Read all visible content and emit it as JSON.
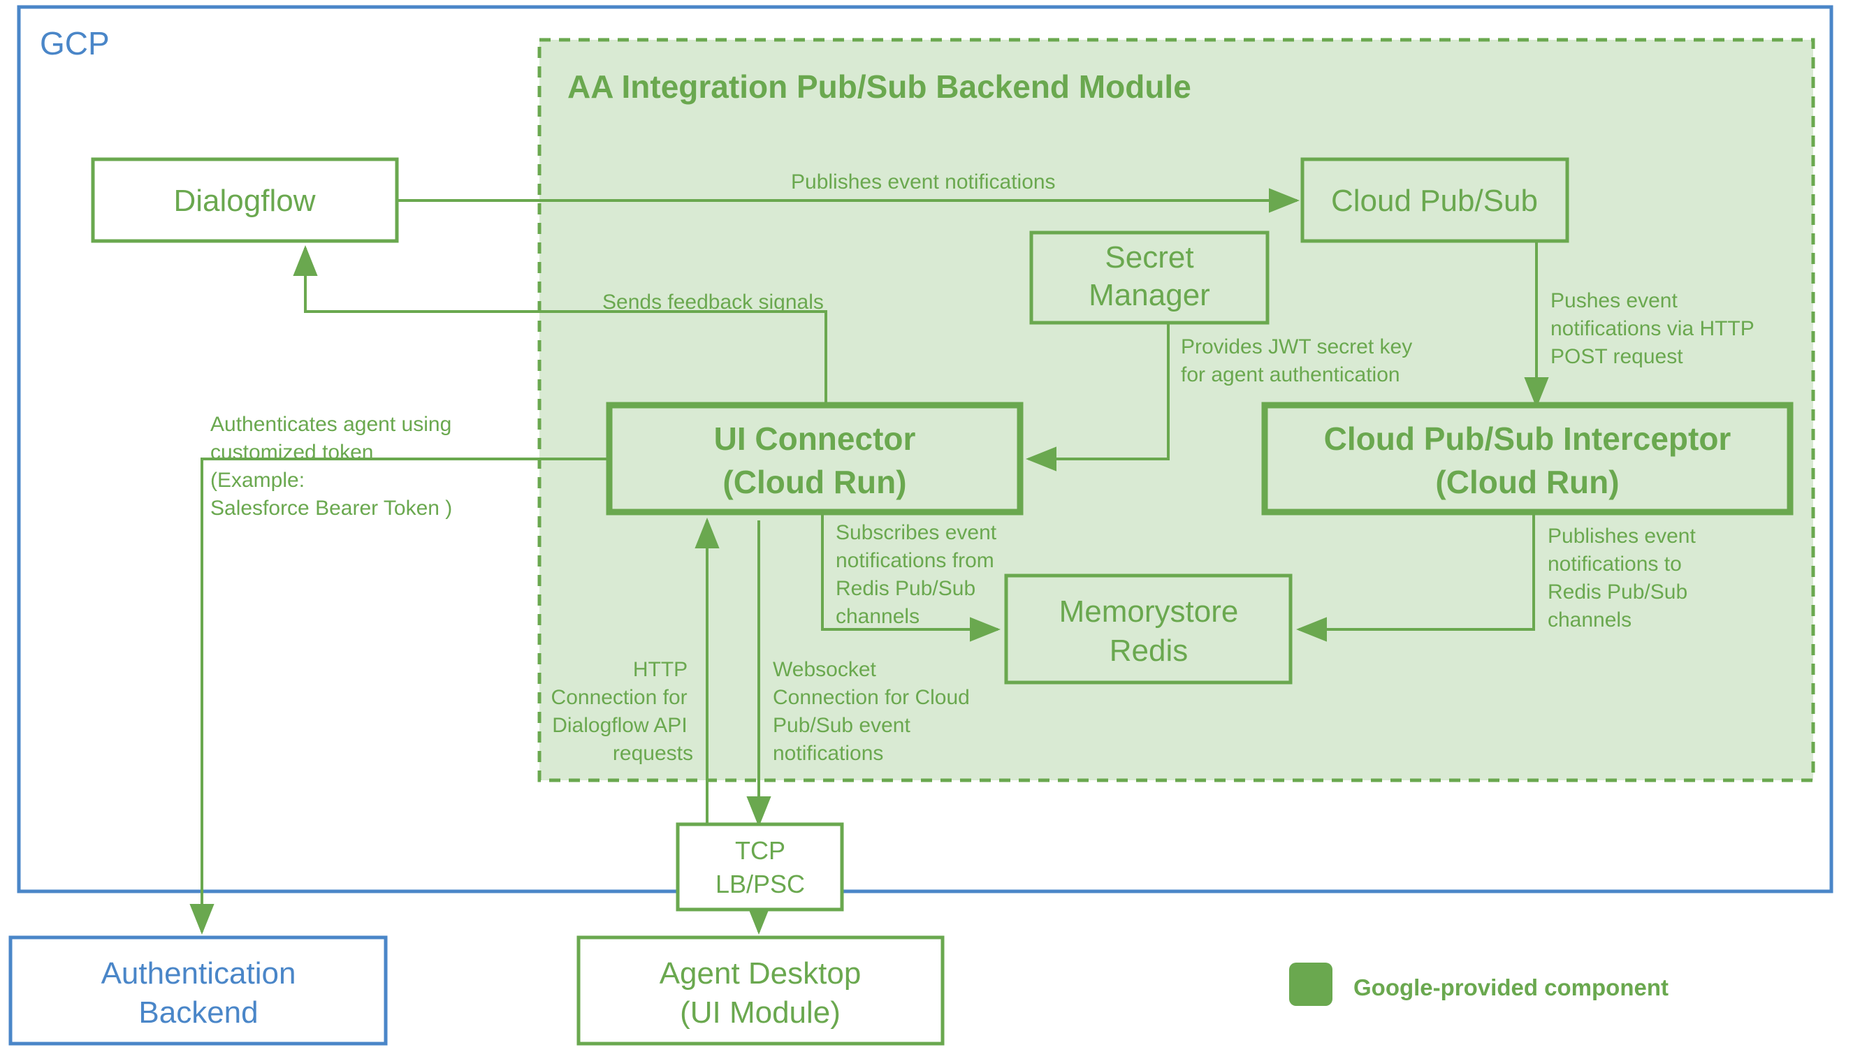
{
  "cloud": {
    "label": "GCP",
    "border_color": "#4a86c8"
  },
  "module": {
    "title": "AA Integration Pub/Sub Backend Module",
    "fill_color": "#d9ead3",
    "border_color": "#6aa84f",
    "border_style": "dashed"
  },
  "palette": {
    "green": "#6aa84f",
    "blue": "#4a86c8",
    "module_fill": "#d9ead3",
    "white": "#ffffff"
  },
  "nodes": [
    {
      "id": "dialogflow",
      "label": "Dialogflow",
      "label2": "",
      "style": "white-green"
    },
    {
      "id": "cloud-pubsub",
      "label": "Cloud Pub/Sub",
      "label2": "",
      "style": "module-green"
    },
    {
      "id": "secret-manager",
      "label": "Secret",
      "label2": "Manager",
      "style": "module-green"
    },
    {
      "id": "ui-connector",
      "label": "UI Connector",
      "label2": "(Cloud Run)",
      "style": "module-green-bold"
    },
    {
      "id": "interceptor",
      "label": "Cloud Pub/Sub Interceptor",
      "label2": "(Cloud Run)",
      "style": "module-green-bold"
    },
    {
      "id": "memorystore",
      "label": "Memorystore",
      "label2": "Redis",
      "style": "module-green"
    },
    {
      "id": "tcp-lb",
      "label": "TCP",
      "label2": "LB/PSC",
      "style": "white-green"
    },
    {
      "id": "auth-backend",
      "label": "Authentication",
      "label2": "Backend",
      "style": "white-blue"
    },
    {
      "id": "agent-desktop",
      "label": "Agent Desktop",
      "label2": "(UI Module)",
      "style": "white-green"
    }
  ],
  "edges": [
    {
      "id": "e-publishes-event",
      "label": "Publishes event notifications",
      "from": "dialogflow",
      "to": "cloud-pubsub"
    },
    {
      "id": "e-feedback",
      "label": "Sends feedback signals",
      "from": "ui-connector",
      "to": "dialogflow"
    },
    {
      "id": "e-jwt",
      "label_lines": [
        "Provides JWT secret key",
        "for agent authentication"
      ],
      "from": "secret-manager",
      "to": "ui-connector"
    },
    {
      "id": "e-push-http",
      "label_lines": [
        "Pushes event",
        "notifications via HTTP",
        "POST request"
      ],
      "from": "cloud-pubsub",
      "to": "interceptor"
    },
    {
      "id": "e-publish-redis",
      "label_lines": [
        "Publishes event",
        "notifications to",
        "Redis Pub/Sub",
        "channels"
      ],
      "from": "interceptor",
      "to": "memorystore"
    },
    {
      "id": "e-subscribe-redis",
      "label_lines": [
        "Subscribes event",
        "notifications from",
        "Redis Pub/Sub",
        "channels"
      ],
      "from": "ui-connector",
      "to": "memorystore"
    },
    {
      "id": "e-http-dialogflow",
      "label_lines": [
        "HTTP",
        "Connection for",
        "Dialogflow API",
        "requests"
      ],
      "from": "tcp-lb",
      "to": "ui-connector"
    },
    {
      "id": "e-websocket",
      "label_lines": [
        "Websocket",
        "Connection for Cloud",
        "Pub/Sub event",
        "notifications"
      ],
      "from": "ui-connector",
      "to": "tcp-lb"
    },
    {
      "id": "e-auth-token",
      "label_lines": [
        "Authenticates agent using",
        "customized token",
        "(Example:",
        "Salesforce Bearer Token )"
      ],
      "from": "ui-connector",
      "to": "auth-backend"
    },
    {
      "id": "e-tcp-agent",
      "label": "",
      "from": "tcp-lb",
      "to": "agent-desktop"
    }
  ],
  "legend": {
    "swatch_color": "#6aa84f",
    "label": "Google-provided component"
  }
}
